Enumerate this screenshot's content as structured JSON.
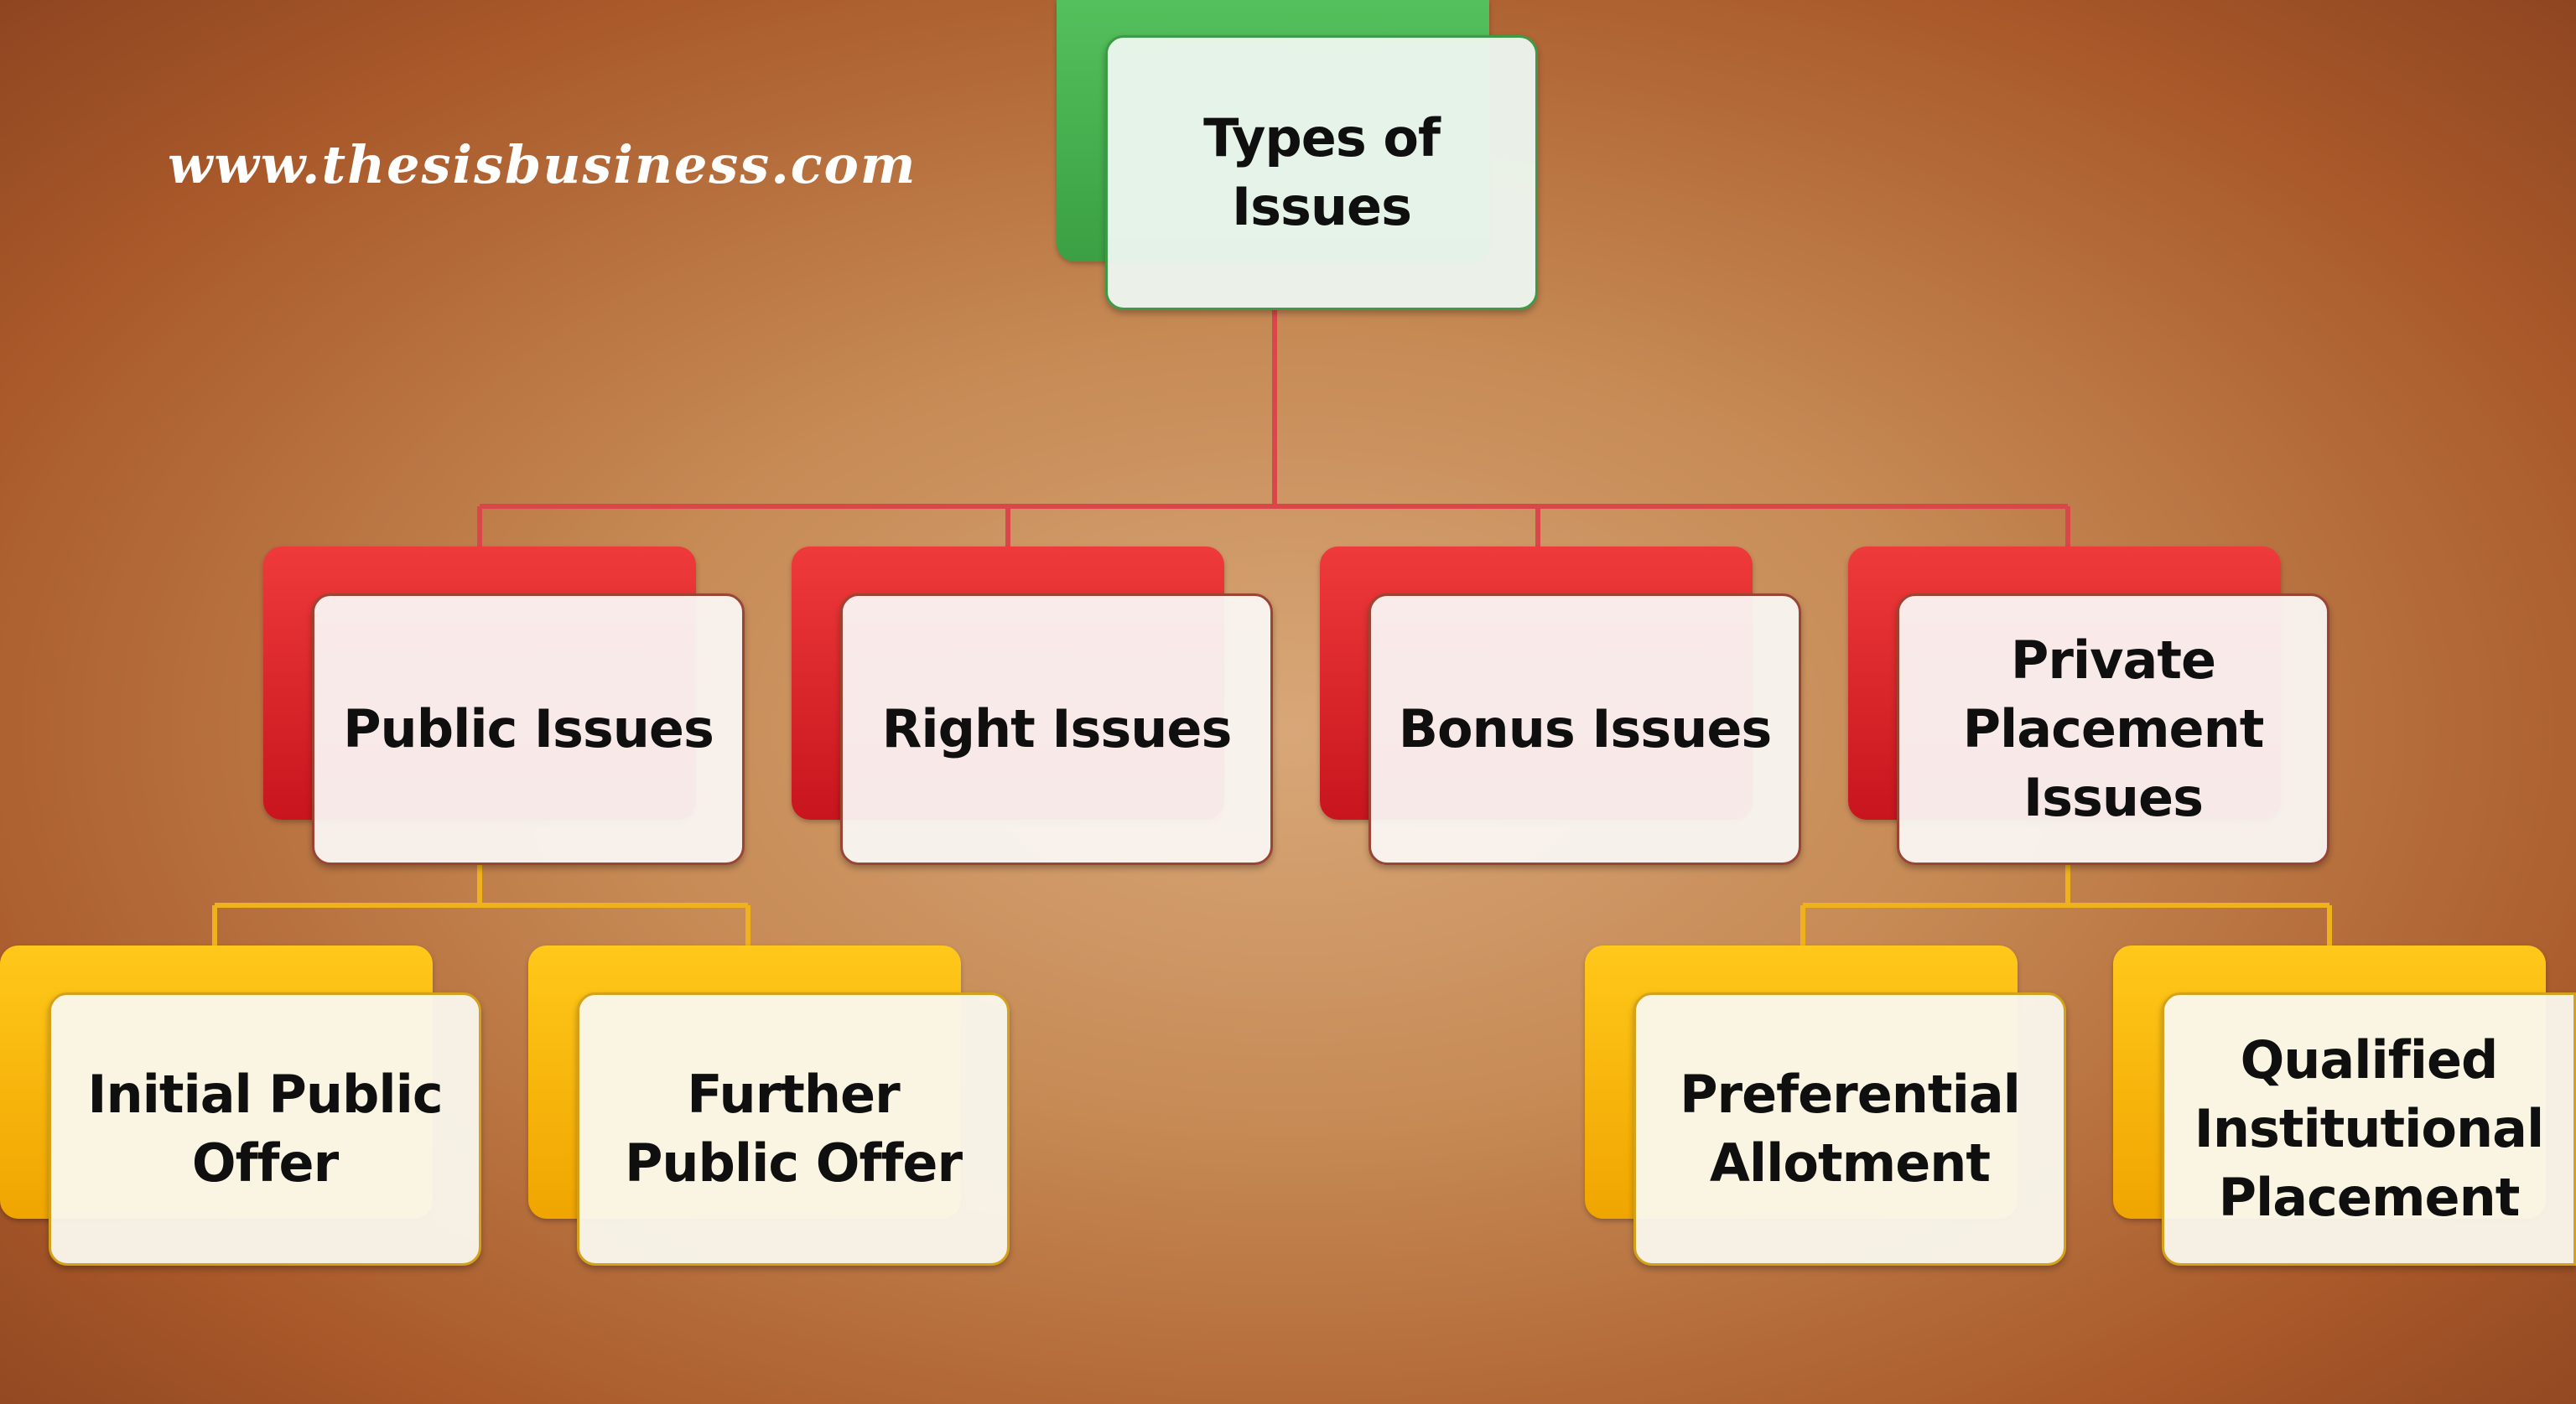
{
  "watermark": "www.thesisbusiness.com",
  "root": {
    "label": "Types of\nIssues"
  },
  "categories": [
    {
      "label": "Public Issues"
    },
    {
      "label": "Right Issues"
    },
    {
      "label": "Bonus Issues"
    },
    {
      "label": "Private\nPlacement\nIssues"
    }
  ],
  "public_children": [
    {
      "label": "Initial Public\nOffer"
    },
    {
      "label": "Further\nPublic Offer"
    }
  ],
  "private_children": [
    {
      "label": "Preferential\nAllotment"
    },
    {
      "label": "Qualified\nInstitutional\nPlacement"
    }
  ],
  "colors": {
    "root": "#3aa043",
    "category": "#d91f26",
    "subcategory": "#f5b400",
    "root_connector": "#d9474a",
    "sub_connector": "#efb11c"
  }
}
